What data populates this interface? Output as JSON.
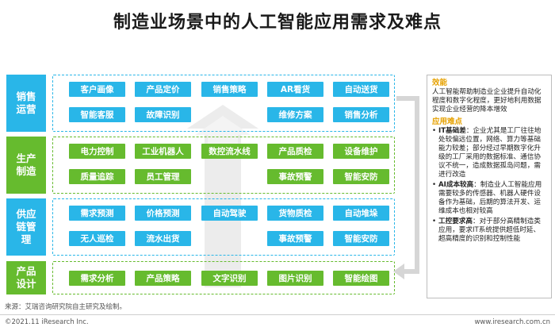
{
  "title": "制造业场景中的人工智能应用需求及难点",
  "colors": {
    "blue": "#29b6e8",
    "green": "#66bb2e",
    "blue_border": "#29b6e8",
    "green_border": "#66bb2e",
    "accent": "#e6a100",
    "arrow": "#e8e8e8"
  },
  "bands": [
    {
      "label": "销售\n运营",
      "color": "blue",
      "chips": [
        {
          "text": "客户画像",
          "col": 0,
          "row": 0
        },
        {
          "text": "产品定价",
          "col": 1,
          "row": 0
        },
        {
          "text": "销售策略",
          "col": 2,
          "row": 0
        },
        {
          "text": "AR看货",
          "col": 3,
          "row": 0
        },
        {
          "text": "自动送货",
          "col": 4,
          "row": 0
        },
        {
          "text": "智能客服",
          "col": 0,
          "row": 1
        },
        {
          "text": "故障识别",
          "col": 1,
          "row": 1
        },
        {
          "text": "维修方案",
          "col": 3,
          "row": 1
        },
        {
          "text": "销售分析",
          "col": 4,
          "row": 1
        }
      ]
    },
    {
      "label": "生产\n制造",
      "color": "green",
      "chips": [
        {
          "text": "电力控制",
          "col": 0,
          "row": 0
        },
        {
          "text": "工业机器人",
          "col": 1,
          "row": 0
        },
        {
          "text": "数控流水线",
          "col": 2,
          "row": 0
        },
        {
          "text": "产品质检",
          "col": 3,
          "row": 0
        },
        {
          "text": "设备维护",
          "col": 4,
          "row": 0
        },
        {
          "text": "质量追踪",
          "col": 0,
          "row": 1
        },
        {
          "text": "员工管理",
          "col": 1,
          "row": 1
        },
        {
          "text": "事故预警",
          "col": 3,
          "row": 1
        },
        {
          "text": "智能安防",
          "col": 4,
          "row": 1
        }
      ]
    },
    {
      "label": "供应\n链管\n理",
      "color": "blue",
      "chips": [
        {
          "text": "需求预测",
          "col": 0,
          "row": 0
        },
        {
          "text": "价格预测",
          "col": 1,
          "row": 0
        },
        {
          "text": "自动驾驶",
          "col": 2,
          "row": 0
        },
        {
          "text": "货物质检",
          "col": 3,
          "row": 0
        },
        {
          "text": "自动堆垛",
          "col": 4,
          "row": 0
        },
        {
          "text": "无人巡检",
          "col": 0,
          "row": 1
        },
        {
          "text": "流水出货",
          "col": 1,
          "row": 1
        },
        {
          "text": "事故预警",
          "col": 3,
          "row": 1
        },
        {
          "text": "智能安防",
          "col": 4,
          "row": 1
        }
      ]
    },
    {
      "label": "产品\n设计",
      "color": "green",
      "chips": [
        {
          "text": "需求分析",
          "col": 0,
          "row": 0
        },
        {
          "text": "产品策略",
          "col": 1,
          "row": 0
        },
        {
          "text": "文字识别",
          "col": 2,
          "row": 0
        },
        {
          "text": "图片识别",
          "col": 3,
          "row": 0
        },
        {
          "text": "智能绘图",
          "col": 4,
          "row": 0
        }
      ]
    }
  ],
  "side_panel": {
    "efficacy_heading": "效能",
    "efficacy_text": "人工智能帮助制造业企业提升自动化程度和数字化程度，更好地利用数据实现企业经营的降本增效",
    "difficulty_heading": "应用难点",
    "difficulties": [
      {
        "bold": "IT基础差",
        "text": "：企业尤其是工厂往往地处较偏远位置，网络、算力等基础能力较差；部分经过早期数字化升级的工厂采用的数据标准、通信协议不统一，造成数据孤岛问题，需进行改造"
      },
      {
        "bold": "AI成本较高",
        "text": "：制造业人工智能应用需要较多的传感器、机器人硬件设备作为基础，后期的算法开发、运维成本也相对较高"
      },
      {
        "bold": "工控要求高",
        "text": "：对于部分高精制造类应用，要求IT系统提供超低时延、超高精度的识别和控制性能"
      }
    ]
  },
  "source": "来源：艾瑞咨询研究院自主研究及绘制。",
  "footer_left": "©2021.11 iResearch Inc.",
  "footer_right": "www.iresearch.com.cn"
}
